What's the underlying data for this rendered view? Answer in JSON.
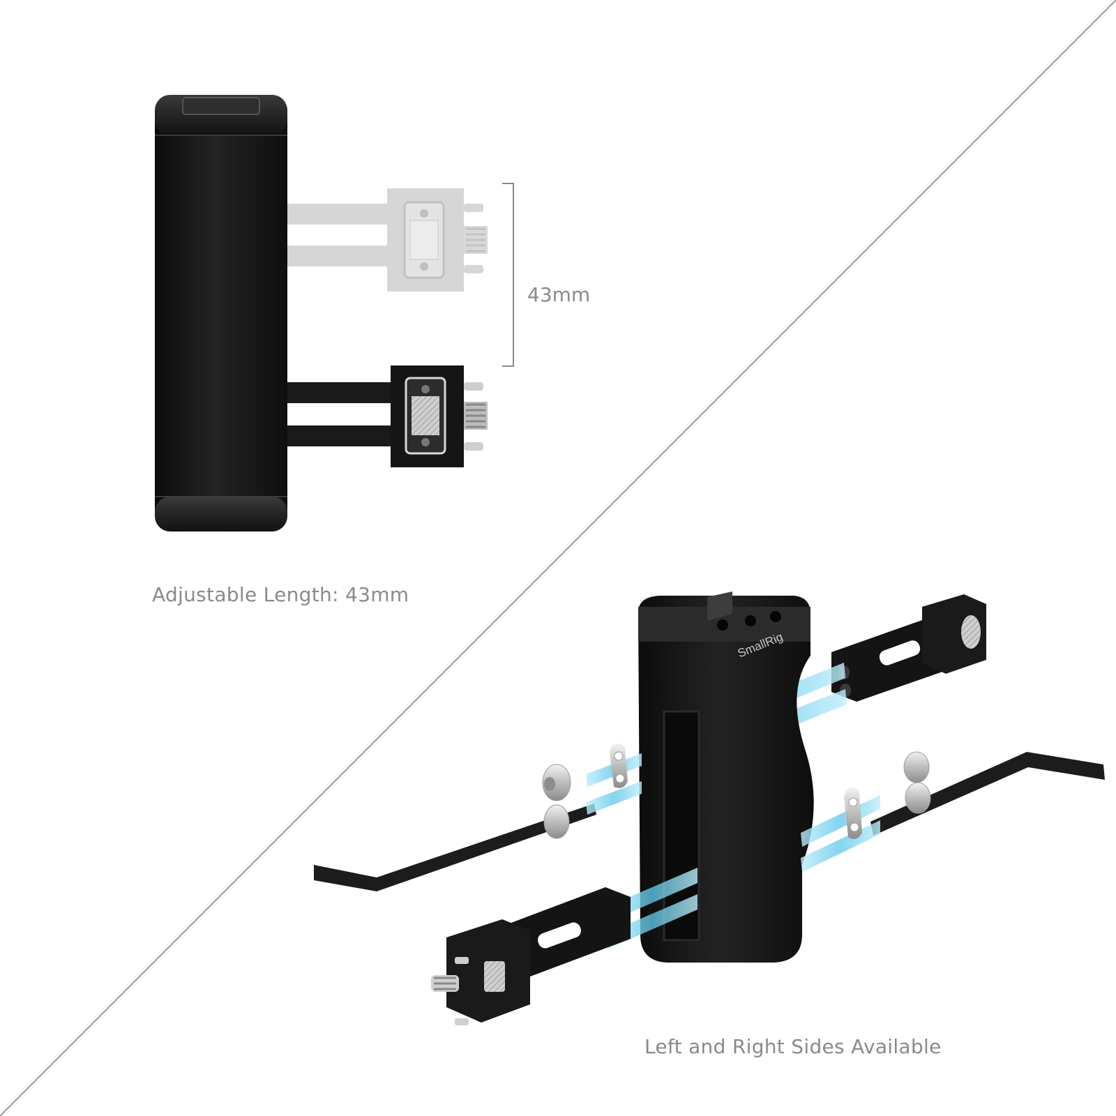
{
  "captions": {
    "adjustable_length": "Adjustable Length: 43mm",
    "sides": "Left and Right Sides Available"
  },
  "dimension": {
    "label": "43mm"
  },
  "product": {
    "brand": "SmallRig"
  },
  "colors": {
    "background": "#ffffff",
    "divider": "#9a9a9a",
    "caption_text": "#8a8a8a",
    "handle_black": "#151515",
    "ghost_gray": "#d4d4d4",
    "beam_blue": "#7fd6ef"
  }
}
